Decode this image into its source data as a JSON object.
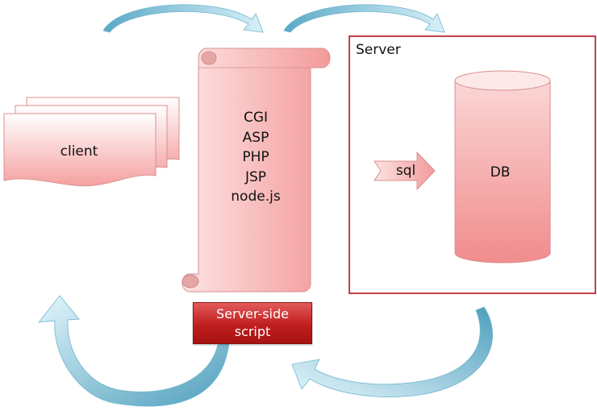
{
  "client": {
    "label": "client"
  },
  "scroll": {
    "items": [
      "CGI",
      "ASP",
      "PHP",
      "JSP",
      "node.js"
    ]
  },
  "server_side_script": {
    "line1": "Server-side",
    "line2": "script"
  },
  "server": {
    "title": "Server"
  },
  "sql_arrow": {
    "label": "sql"
  },
  "db": {
    "label": "DB"
  },
  "colors": {
    "shape_fill_top": "#ffffff",
    "shape_fill_bottom": "#f5a0a0",
    "shape_stroke": "#d99090",
    "server_border": "#c0404a",
    "script_box": "#c01e1e",
    "arrow_fill_light": "#dff3fb",
    "arrow_fill_dark": "#5aa9c6"
  }
}
